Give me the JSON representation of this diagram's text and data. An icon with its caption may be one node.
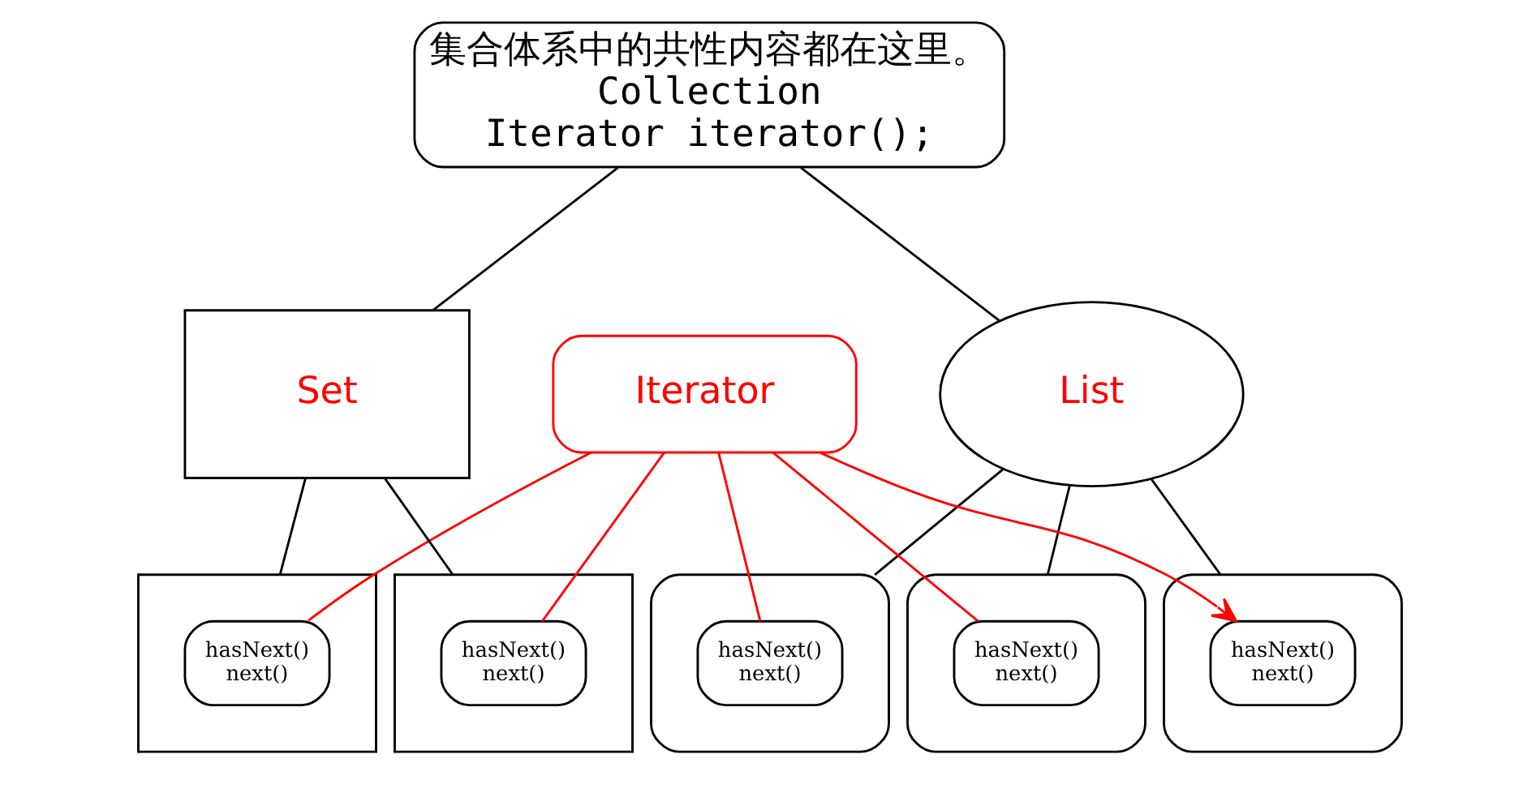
{
  "diagram": {
    "nodes": [
      {
        "text": [
          "集合体系中的共性内容都在这里。",
          "Collection",
          "Iterator iterator();"
        ]
      },
      {
        "text": [
          "List"
        ]
      },
      {
        "text": [
          "Iterator"
        ]
      },
      {
        "text": [
          "Set"
        ]
      },
      {
        "text": [],
        "shape": "ellipse"
      },
      {
        "text": [
          "hasNext()",
          "next()"
        ],
        "in": 4
      },
      {
        "text": [],
        "shape": "ellipse"
      },
      {
        "text": [
          "hasNext()",
          "next()"
        ],
        "in": 6
      },
      {
        "text": [],
        "shape": "ellipse"
      },
      {
        "text": [
          "hasNext()",
          "next()"
        ],
        "in": 8
      },
      {
        "text": [],
        "shape": "box"
      },
      {
        "text": [
          "hasNext()",
          "next()"
        ],
        "in": 10
      },
      {
        "text": [],
        "shape": "box"
      },
      {
        "text": [
          "hasNext()",
          "next()"
        ],
        "in": 12
      }
    ],
    "edges": [
      {
        "from": 0,
        "to": 1,
        "arrow": "none"
      },
      {
        "from": 0,
        "to": 3,
        "arrow": "none"
      },
      {
        "from": 1,
        "to": 4,
        "arrow": "none"
      },
      {
        "from": 1,
        "to": 6,
        "arrow": "none"
      },
      {
        "from": 1,
        "to": 8,
        "arrow": "none"
      },
      {
        "from": 3,
        "to": 10,
        "arrow": "none"
      },
      {
        "from": 3,
        "to": 12,
        "arrow": "none"
      },
      {
        "from": 2,
        "to": 5,
        "arrow": "to",
        "color": "#ff0000"
      },
      {
        "from": 2,
        "to": 7,
        "arrow": "none",
        "color": "#ff0000"
      },
      {
        "from": 2,
        "to": 9,
        "arrow": "none",
        "color": "#ff0000"
      },
      {
        "from": 2,
        "to": 11,
        "arrow": "none",
        "color": "#ff0000"
      },
      {
        "from": 2,
        "to": 13,
        "arrow": "none",
        "color": "#ff0000"
      }
    ]
  }
}
